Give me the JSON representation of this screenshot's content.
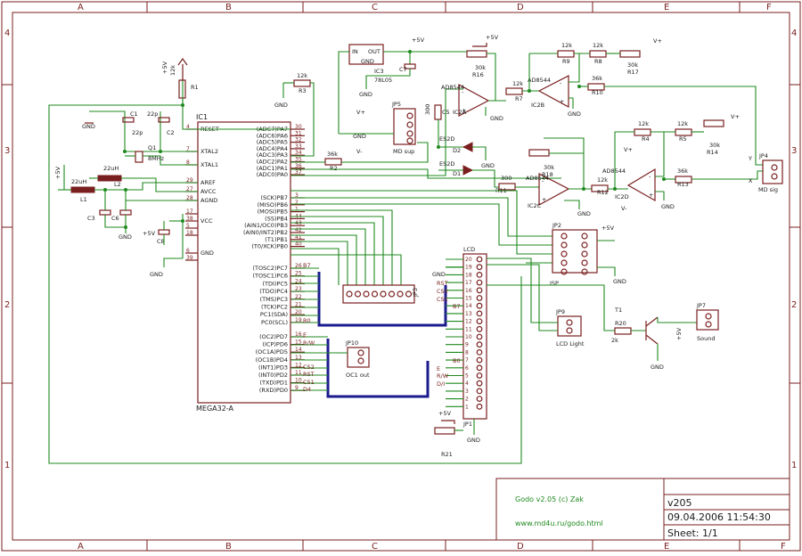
{
  "frame": {
    "col_labels": [
      "A",
      "B",
      "C",
      "D",
      "E",
      "F"
    ],
    "row_labels": [
      "4",
      "3",
      "2",
      "1"
    ]
  },
  "title_block": {
    "project": "Godo v2.05 (c) Zak",
    "url": "www.md4u.ru/godo.html",
    "version": "v205",
    "datetime": "09.04.2006 11:54:30",
    "sheet": "Sheet: 1/1"
  },
  "mcu": {
    "ref": "IC1",
    "name": "MEGA32-A",
    "left_pins": [
      {
        "no": "4",
        "name": "RESET"
      },
      {
        "no": "7",
        "name": "XTAL2"
      },
      {
        "no": "8",
        "name": "XTAL1"
      },
      {
        "no": "29",
        "name": "AREF"
      },
      {
        "no": "27",
        "name": "AVCC"
      },
      {
        "no": "28",
        "name": "AGND"
      },
      {
        "no": "17",
        "name": ""
      },
      {
        "no": "38",
        "name": "VCC"
      },
      {
        "no": "5",
        "name": ""
      },
      {
        "no": "18",
        "name": ""
      },
      {
        "no": "6",
        "name": "GND"
      },
      {
        "no": "39",
        "name": ""
      }
    ],
    "right_pins": [
      {
        "name": "(ADC7)PA7",
        "no": "30"
      },
      {
        "name": "(ADC6)PA6",
        "no": "31"
      },
      {
        "name": "(ADC5)PA5",
        "no": "32"
      },
      {
        "name": "(ADC4)PA4",
        "no": "33"
      },
      {
        "name": "(ADC3)PA3",
        "no": "34"
      },
      {
        "name": "(ADC2)PA2",
        "no": "35"
      },
      {
        "name": "(ADC1)PA1",
        "no": "36"
      },
      {
        "name": "(ADC0)PA0",
        "no": "37"
      },
      {
        "name": "(SCK)PB7",
        "no": "3"
      },
      {
        "name": "(MISO)PB6",
        "no": "2"
      },
      {
        "name": "(MOSI)PB5",
        "no": "1"
      },
      {
        "name": "(SS)PB4",
        "no": "44"
      },
      {
        "name": "(AIN1/OC0)PB3",
        "no": "43"
      },
      {
        "name": "(AIN0/INT2)PB2",
        "no": "42"
      },
      {
        "name": "(T1)PB1",
        "no": "41"
      },
      {
        "name": "(T0/XCK)PB0",
        "no": "40"
      },
      {
        "name": "(TOSC2)PC7",
        "no": "26"
      },
      {
        "name": "(TOSC1)PC6",
        "no": "25"
      },
      {
        "name": "(TDI)PC5",
        "no": "24"
      },
      {
        "name": "(TDO)PC4",
        "no": "23"
      },
      {
        "name": "(TMS)PC3",
        "no": "22"
      },
      {
        "name": "(TCK)PC2",
        "no": "21"
      },
      {
        "name": "PC1(SDA)",
        "no": "20"
      },
      {
        "name": "PC0(SCL)",
        "no": "19"
      },
      {
        "name": "(OC2)PD7",
        "no": "16"
      },
      {
        "name": "(ICP)PD6",
        "no": "15"
      },
      {
        "name": "(OC1A)PD5",
        "no": "14"
      },
      {
        "name": "(OC1B)PD4",
        "no": "13"
      },
      {
        "name": "(INT1)PD3",
        "no": "12"
      },
      {
        "name": "(INT0)PD2",
        "no": "11"
      },
      {
        "name": "(TXD)PD1",
        "no": "10"
      },
      {
        "name": "(RXD)PD0",
        "no": "9"
      }
    ],
    "net_labels": [
      "B7",
      "B0",
      "E",
      "R/W",
      "CS2",
      "RST",
      "CS1",
      "D4",
      "Bl"
    ]
  },
  "parts": {
    "r1": {
      "ref": "R1",
      "value": "12k"
    },
    "r2": {
      "ref": "R2",
      "value": "36k"
    },
    "r3": {
      "ref": "R3",
      "value": "12k"
    },
    "c1": {
      "ref": "C1",
      "value": "22p"
    },
    "c2": {
      "ref": "C2",
      "value": "22p"
    },
    "q1": {
      "ref": "Q1",
      "value": "8MHz"
    },
    "l1": {
      "ref": "L1",
      "value": "22uH"
    },
    "l2": {
      "ref": "L2",
      "value": "22uH"
    },
    "c3": {
      "ref": "C3"
    },
    "c6": {
      "ref": "C6"
    },
    "c8": {
      "ref": "C8"
    },
    "ic3": {
      "ref": "IC3",
      "value": "78L05",
      "pin_in": "IN",
      "pin_out": "OUT",
      "pin_gnd": "GND"
    },
    "c7": {
      "ref": "C7"
    },
    "c5": {
      "ref": "C5",
      "value": "300"
    },
    "jp5": {
      "ref": "JP5",
      "label": "MD sup"
    },
    "r16": {
      "ref": "R16",
      "value": "30k"
    },
    "r7": {
      "ref": "R7",
      "value": "12k"
    },
    "r9": {
      "ref": "R9",
      "value": "12k"
    },
    "r8": {
      "ref": "R8",
      "value": "12k"
    },
    "r17": {
      "ref": "R17",
      "value": "30k"
    },
    "r10": {
      "ref": "R10",
      "value": "36k"
    },
    "ic2a": {
      "ref": "IC2A",
      "value": "AD8544"
    },
    "ic2b": {
      "ref": "IC2B",
      "value": "AD8544"
    },
    "ic2c": {
      "ref": "IC2C",
      "value": "AD8544"
    },
    "ic2d": {
      "ref": "IC2D",
      "value": "AD8544"
    },
    "d1": {
      "ref": "D1",
      "value": "ES2D"
    },
    "d2": {
      "ref": "D2",
      "value": "ES2D"
    },
    "r11": {
      "ref": "R11",
      "value": "300"
    },
    "r18": {
      "ref": "R18",
      "value": "30k"
    },
    "r12": {
      "ref": "R12",
      "value": "12k"
    },
    "r4": {
      "ref": "R4",
      "value": "12k"
    },
    "r5": {
      "ref": "R5",
      "value": "12k"
    },
    "r14": {
      "ref": "R14",
      "value": "30k"
    },
    "r13": {
      "ref": "R13",
      "value": "36k"
    },
    "jp4": {
      "ref": "JP4",
      "label": "MD sig",
      "pin_y": "Y",
      "pin_x": "X"
    },
    "jp2": {
      "ref": "JP2",
      "label": "ISP"
    },
    "jp3": {
      "ref": "JP3"
    },
    "jp9": {
      "ref": "JP9",
      "label": "LCD Light"
    },
    "jp10": {
      "ref": "JP10",
      "label": "OC1 out"
    },
    "jp7": {
      "ref": "JP7",
      "label": "Sound"
    },
    "jp1": {
      "ref": "JP1",
      "label": "LCD"
    },
    "t1": {
      "ref": "T1"
    },
    "r20": {
      "ref": "R20",
      "value": "2k"
    },
    "r21": {
      "ref": "R21"
    }
  },
  "rails": {
    "vplus": "V+",
    "vminus": "V-",
    "p5v": "+5V",
    "gnd": "GND"
  },
  "lcd_pins": [
    "20",
    "19",
    "18",
    "17",
    "16",
    "15",
    "14",
    "13",
    "12",
    "11",
    "10",
    "9",
    "8",
    "7",
    "6",
    "5",
    "4",
    "3",
    "2",
    "1"
  ],
  "lcd_nets": [
    "RST",
    "CS2",
    "CS1",
    "B7",
    "B0",
    "E",
    "R/W",
    "D/I"
  ]
}
